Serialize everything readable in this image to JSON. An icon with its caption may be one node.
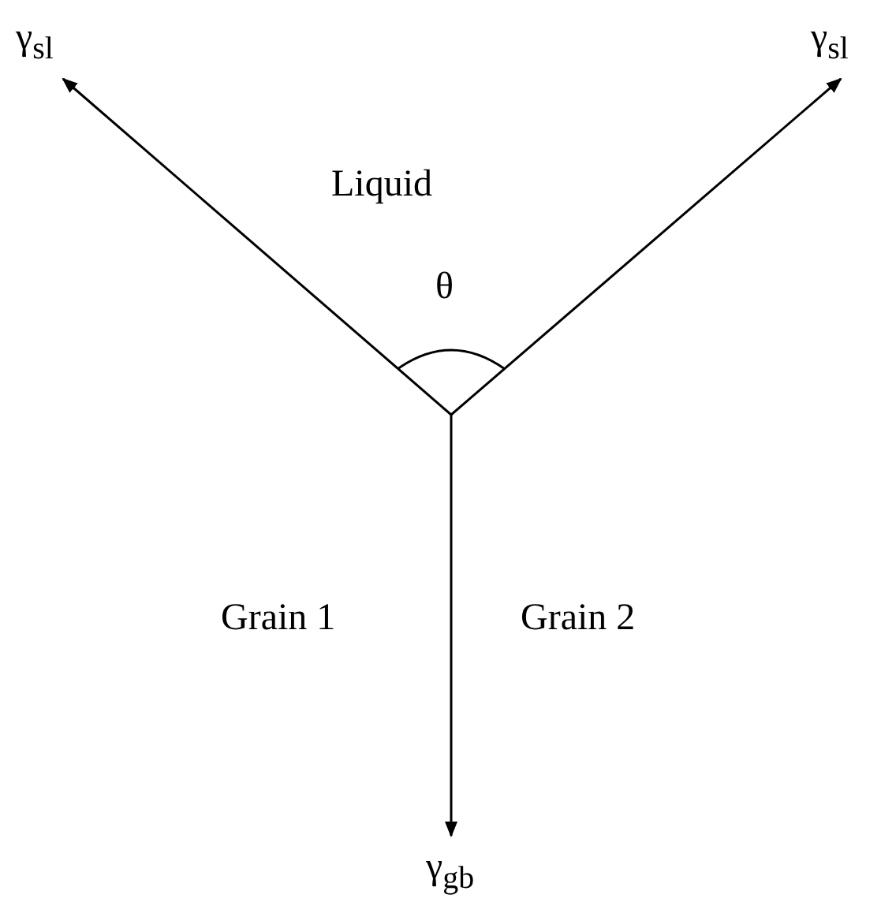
{
  "diagram": {
    "labels": [
      "γ$_{sl}$",
      "γ$_{sl}$",
      "Liquid",
      "θ",
      "Grain 1",
      "Grain 2",
      "γ$_{gb}$"
    ]
  }
}
